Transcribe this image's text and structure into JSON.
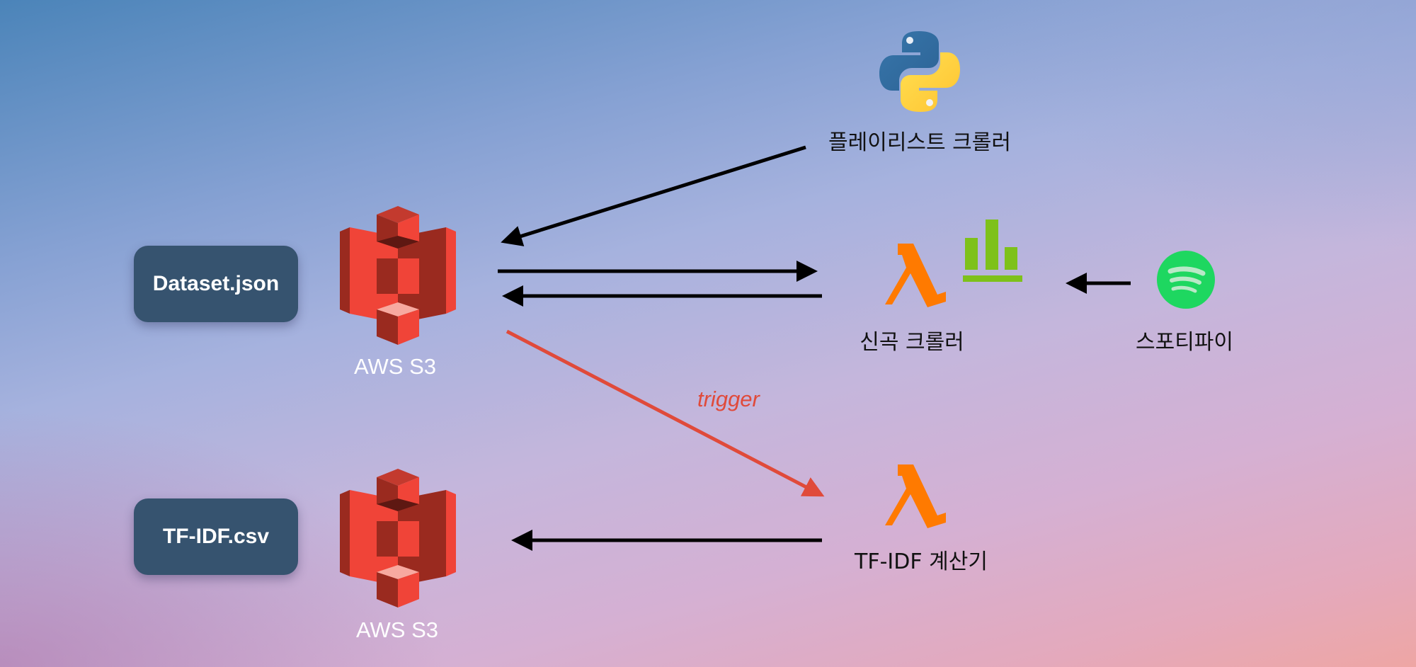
{
  "diagram": {
    "files": {
      "dataset": "Dataset.json",
      "tfidf": "TF-IDF.csv"
    },
    "storage": {
      "s3_top_label": "AWS S3",
      "s3_bottom_label": "AWS S3"
    },
    "services": {
      "playlist_crawler": "플레이리스트 크롤러",
      "new_song_crawler": "신곡 크롤러",
      "spotify": "스포티파이",
      "tfidf_calculator": "TF-IDF 계산기"
    },
    "edges": {
      "trigger_label": "trigger"
    },
    "colors": {
      "file_box": "#36536f",
      "s3_red": "#f04438",
      "lambda_orange": "#ff7a00",
      "chart_green": "#7ec11a",
      "spotify_green": "#1ed760",
      "trigger_red": "#e04a3a",
      "arrow_black": "#000000"
    }
  }
}
